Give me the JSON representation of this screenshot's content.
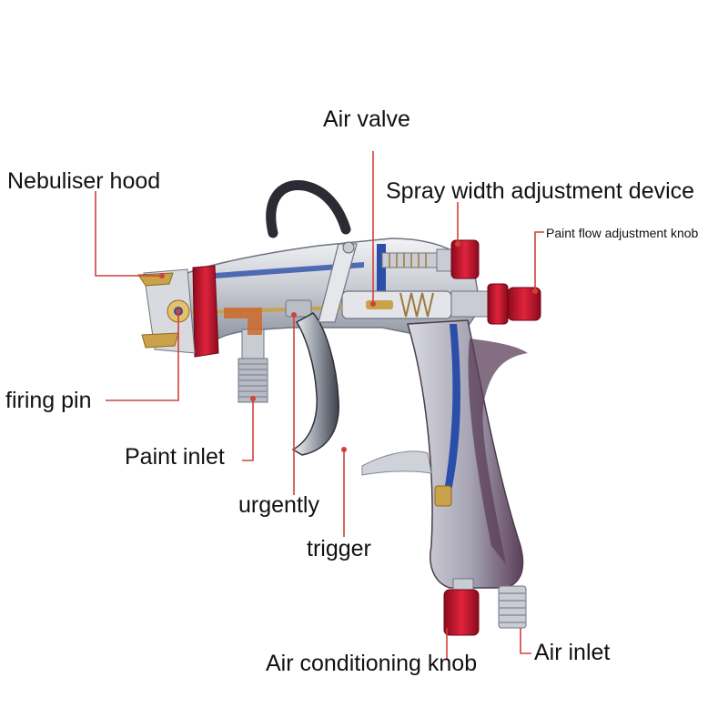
{
  "labels": {
    "air_valve": "Air valve",
    "nebuliser_hood": "Nebuliser hood",
    "spray_width": "Spray width adjustment device",
    "paint_flow": "Paint flow adjustment knob",
    "firing_pin": "firing pin",
    "paint_inlet": "Paint inlet",
    "urgently": "urgently",
    "trigger": "trigger",
    "air_conditioning_knob": "Air conditioning knob",
    "air_inlet": "Air inlet"
  },
  "colors": {
    "leader_line": "#d0413a",
    "knob_red": "#c8102e",
    "body_silver": "#c9ccd3",
    "body_shadow": "#7d8292",
    "grip_purple": "#5b3f58",
    "channel_blue": "#2b4fa8",
    "brass": "#c9a24a",
    "hook_dark": "#2c2a33",
    "label_text": "#111111"
  }
}
